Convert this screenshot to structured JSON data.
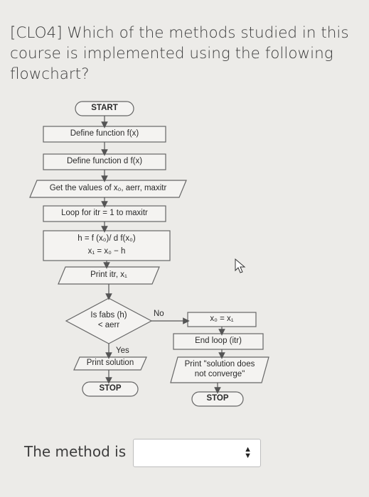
{
  "question": {
    "text": "[CLO4] Which of the methods studied in this course is implemented using the following flowchart?"
  },
  "flowchart": {
    "start": "START",
    "define_f": "Define function f(x)",
    "define_df": "Define function d f(x)",
    "get_values": "Get the values of x₀, aerr, maxitr",
    "loop": "Loop for itr = 1 to maxitr",
    "compute_h": "h = f (x₀)/ d f(x₀)",
    "compute_x1": "x₁ = x₀ − h",
    "print_itr": "Print itr, x₁",
    "decision_line1": "Is fabs (h)",
    "decision_line2": "< aerr",
    "no_label": "No",
    "yes_label": "Yes",
    "assign": "x₀ = x₁",
    "end_loop": "End loop (itr)",
    "print_solution": "Print solution",
    "not_converge_line1": "Print \"solution does",
    "not_converge_line2": "not converge\"",
    "stop_left": "STOP",
    "stop_right": "STOP"
  },
  "answer": {
    "label": "The method is",
    "selected": ""
  },
  "icons": {
    "dropdown": "chevron-up-down-icon",
    "cursor": "mouse-pointer-icon"
  }
}
